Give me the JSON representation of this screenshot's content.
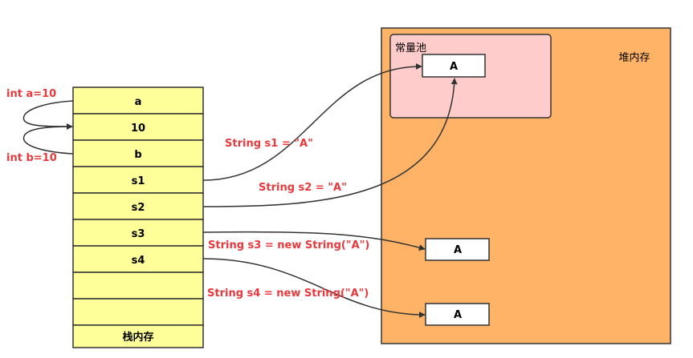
{
  "stack": {
    "cells": [
      "a",
      "10",
      "b",
      "s1",
      "s2",
      "s3",
      "s4",
      "",
      ""
    ],
    "footer": "栈内存"
  },
  "heap": {
    "title": "堆内存",
    "pool": {
      "title": "常量池",
      "value": "A"
    },
    "objects": [
      "A",
      "A"
    ]
  },
  "annotations": {
    "int_a": "int a=10",
    "int_b": "int b=10",
    "s1": "String s1 = \"A\"",
    "s2": "String s2 = \"A\"",
    "s3": "String s3 = new String(\"A\")",
    "s4": "String s4 = new String(\"A\")"
  },
  "colors": {
    "stack_fill": "#FFFF99",
    "heap_fill": "#FFB366",
    "pool_fill": "#FFCCCC",
    "annotation_text": "#E8393D",
    "stroke": "#333333"
  }
}
